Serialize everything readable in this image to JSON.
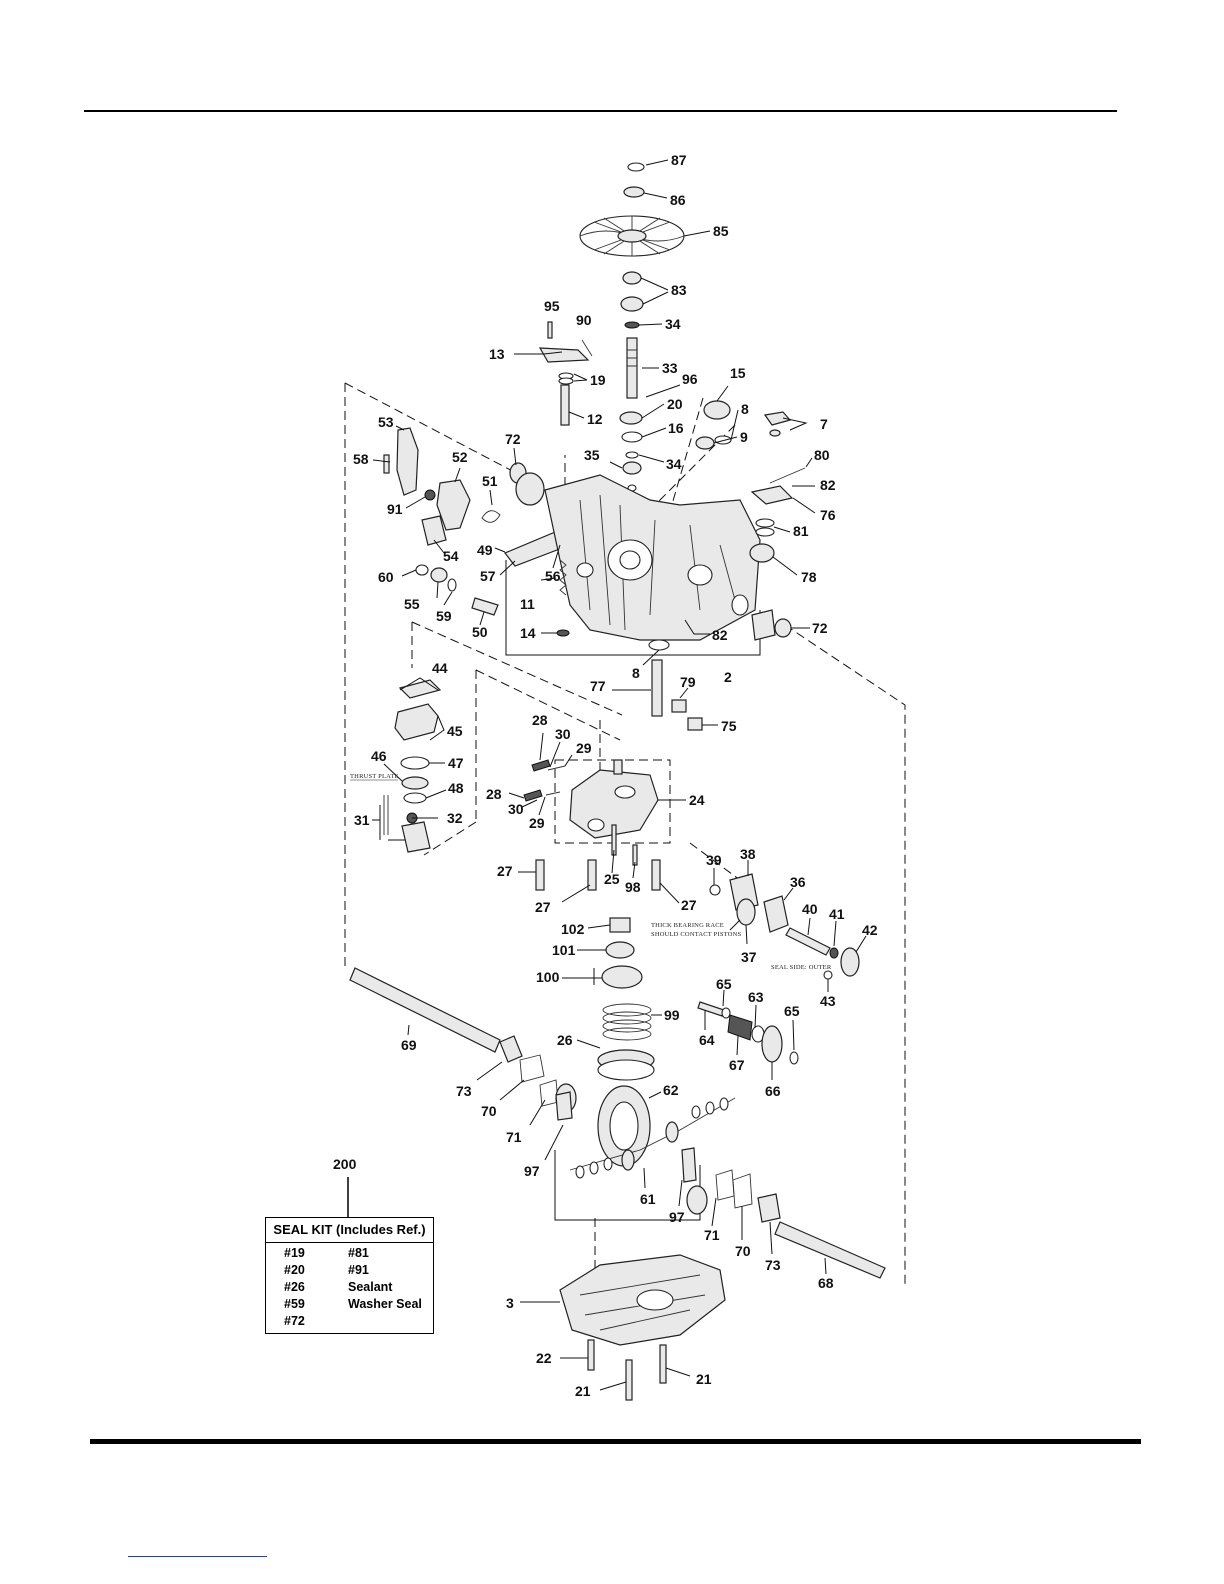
{
  "callouts": [
    {
      "id": "87",
      "label": "87"
    },
    {
      "id": "86",
      "label": "86"
    },
    {
      "id": "85",
      "label": "85"
    },
    {
      "id": "83",
      "label": "83"
    },
    {
      "id": "34a",
      "label": "34"
    },
    {
      "id": "95",
      "label": "95"
    },
    {
      "id": "90",
      "label": "90"
    },
    {
      "id": "13",
      "label": "13"
    },
    {
      "id": "19",
      "label": "19"
    },
    {
      "id": "33",
      "label": "33"
    },
    {
      "id": "96",
      "label": "96"
    },
    {
      "id": "15",
      "label": "15"
    },
    {
      "id": "20",
      "label": "20"
    },
    {
      "id": "8a",
      "label": "8"
    },
    {
      "id": "7",
      "label": "7"
    },
    {
      "id": "12",
      "label": "12"
    },
    {
      "id": "16",
      "label": "16"
    },
    {
      "id": "9",
      "label": "9"
    },
    {
      "id": "53",
      "label": "53"
    },
    {
      "id": "72a",
      "label": "72"
    },
    {
      "id": "35",
      "label": "35"
    },
    {
      "id": "34b",
      "label": "34"
    },
    {
      "id": "80",
      "label": "80"
    },
    {
      "id": "58",
      "label": "58"
    },
    {
      "id": "52",
      "label": "52"
    },
    {
      "id": "82a",
      "label": "82"
    },
    {
      "id": "51",
      "label": "51"
    },
    {
      "id": "76",
      "label": "76"
    },
    {
      "id": "91",
      "label": "91"
    },
    {
      "id": "81",
      "label": "81"
    },
    {
      "id": "49",
      "label": "49"
    },
    {
      "id": "54",
      "label": "54"
    },
    {
      "id": "56",
      "label": "56"
    },
    {
      "id": "57",
      "label": "57"
    },
    {
      "id": "78",
      "label": "78"
    },
    {
      "id": "60",
      "label": "60"
    },
    {
      "id": "55",
      "label": "55"
    },
    {
      "id": "11",
      "label": "11"
    },
    {
      "id": "59",
      "label": "59"
    },
    {
      "id": "50",
      "label": "50"
    },
    {
      "id": "72b",
      "label": "72"
    },
    {
      "id": "14",
      "label": "14"
    },
    {
      "id": "82b",
      "label": "82"
    },
    {
      "id": "44",
      "label": "44"
    },
    {
      "id": "8b",
      "label": "8"
    },
    {
      "id": "2",
      "label": "2"
    },
    {
      "id": "77",
      "label": "77"
    },
    {
      "id": "79",
      "label": "79"
    },
    {
      "id": "45",
      "label": "45"
    },
    {
      "id": "75",
      "label": "75"
    },
    {
      "id": "28a",
      "label": "28"
    },
    {
      "id": "30a",
      "label": "30"
    },
    {
      "id": "29a",
      "label": "29"
    },
    {
      "id": "46",
      "label": "46"
    },
    {
      "id": "47",
      "label": "47"
    },
    {
      "id": "48",
      "label": "48"
    },
    {
      "id": "28b",
      "label": "28"
    },
    {
      "id": "24",
      "label": "24"
    },
    {
      "id": "30b",
      "label": "30"
    },
    {
      "id": "31",
      "label": "31"
    },
    {
      "id": "32",
      "label": "32"
    },
    {
      "id": "29b",
      "label": "29"
    },
    {
      "id": "39",
      "label": "39"
    },
    {
      "id": "38",
      "label": "38"
    },
    {
      "id": "27a",
      "label": "27"
    },
    {
      "id": "25",
      "label": "25"
    },
    {
      "id": "36",
      "label": "36"
    },
    {
      "id": "98",
      "label": "98"
    },
    {
      "id": "27b",
      "label": "27"
    },
    {
      "id": "27c",
      "label": "27"
    },
    {
      "id": "40",
      "label": "40"
    },
    {
      "id": "41",
      "label": "41"
    },
    {
      "id": "102",
      "label": "102"
    },
    {
      "id": "42",
      "label": "42"
    },
    {
      "id": "37",
      "label": "37"
    },
    {
      "id": "101",
      "label": "101"
    },
    {
      "id": "43",
      "label": "43"
    },
    {
      "id": "100",
      "label": "100"
    },
    {
      "id": "65a",
      "label": "65"
    },
    {
      "id": "63",
      "label": "63"
    },
    {
      "id": "65b",
      "label": "65"
    },
    {
      "id": "99",
      "label": "99"
    },
    {
      "id": "64",
      "label": "64"
    },
    {
      "id": "69",
      "label": "69"
    },
    {
      "id": "26",
      "label": "26"
    },
    {
      "id": "67",
      "label": "67"
    },
    {
      "id": "66",
      "label": "66"
    },
    {
      "id": "73a",
      "label": "73"
    },
    {
      "id": "62",
      "label": "62"
    },
    {
      "id": "70a",
      "label": "70"
    },
    {
      "id": "71a",
      "label": "71"
    },
    {
      "id": "200",
      "label": "200"
    },
    {
      "id": "97a",
      "label": "97"
    },
    {
      "id": "61",
      "label": "61"
    },
    {
      "id": "97b",
      "label": "97"
    },
    {
      "id": "71b",
      "label": "71"
    },
    {
      "id": "70b",
      "label": "70"
    },
    {
      "id": "73b",
      "label": "73"
    },
    {
      "id": "68",
      "label": "68"
    },
    {
      "id": "3",
      "label": "3"
    },
    {
      "id": "22",
      "label": "22"
    },
    {
      "id": "21a",
      "label": "21"
    },
    {
      "id": "21b",
      "label": "21"
    }
  ],
  "notes": {
    "thrust_plate": "THRUST PLATE",
    "thick_race_1": "THICK BEARING RACE",
    "thick_race_2": "SHOULD CONTACT PISTONS",
    "seal_side": "SEAL SIDE: OUTER"
  },
  "seal_kit": {
    "title": "SEAL KIT (Includes Ref.)",
    "left_column": [
      "#19",
      "#20",
      "#26",
      "#59",
      "#72"
    ],
    "right_column": [
      "#81",
      "#91",
      "Sealant",
      "Washer Seal"
    ]
  }
}
